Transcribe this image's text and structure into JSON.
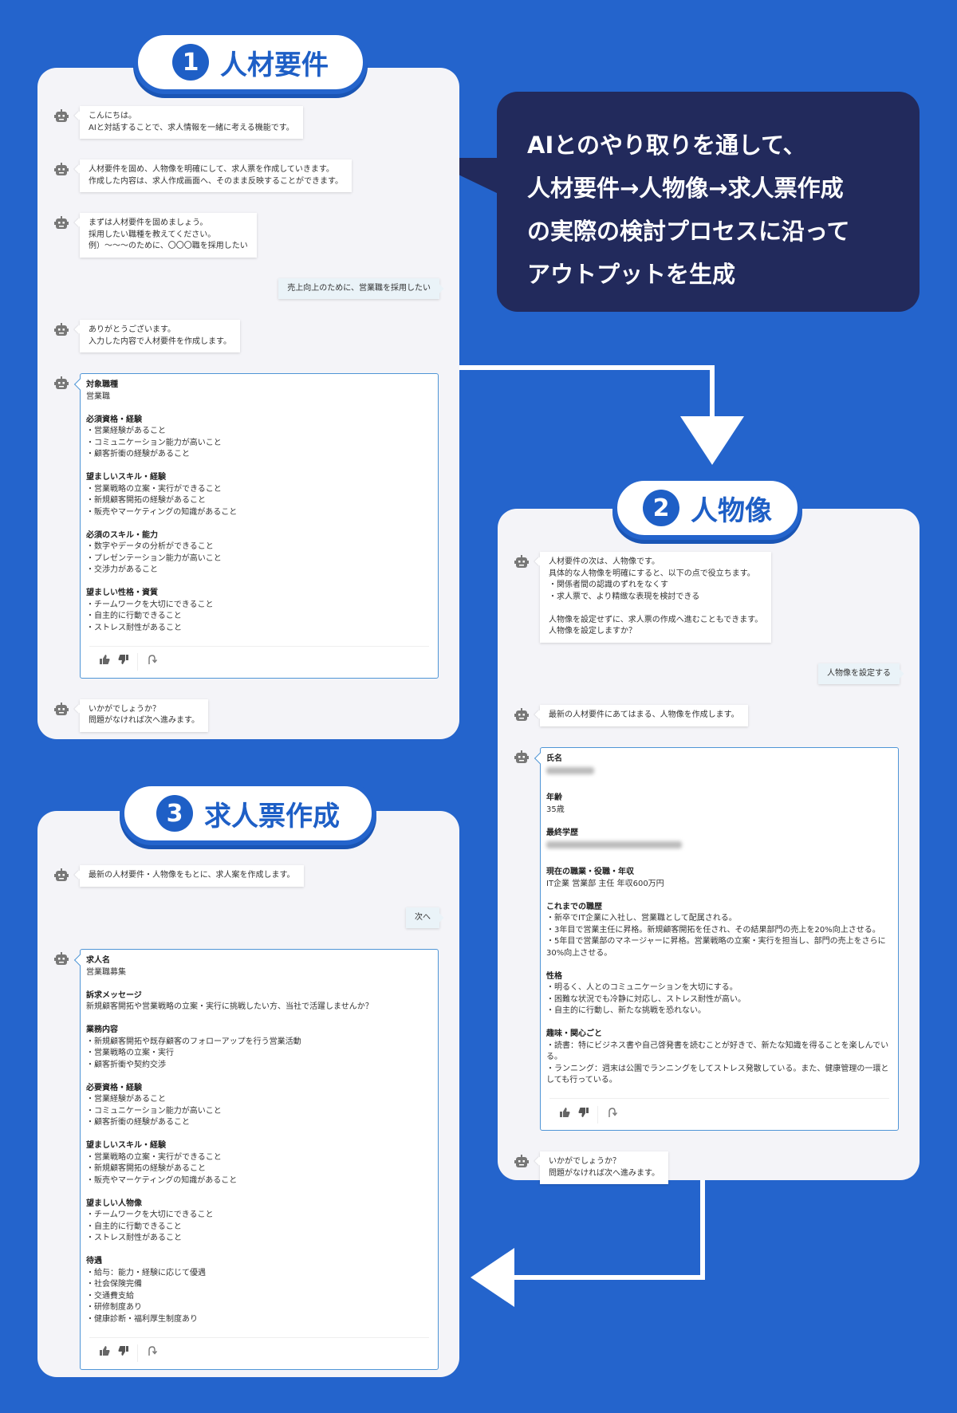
{
  "colors": {
    "background": "#2464cc",
    "callout": "#222a5c",
    "accent": "#1e5fc6",
    "card_border": "#4f95d6"
  },
  "callout": {
    "lines": [
      "AIとのやり取りを通して、",
      "人材要件→人物像→求人票作成",
      "の実際の検討プロセスに沿って",
      "アウトプットを生成"
    ]
  },
  "panels": [
    {
      "number": "1",
      "title": "人材要件",
      "messages": [
        {
          "role": "bot",
          "text": "こんにちは。\nAIと対話することで、求人情報を一緒に考える機能です。"
        },
        {
          "role": "bot",
          "text": "人材要件を固め、人物像を明確にして、求人票を作成していきます。\n作成した内容は、求人作成画面へ、そのまま反映することができます。"
        },
        {
          "role": "bot",
          "text": "まずは人材要件を固めましょう。\n採用したい職種を教えてください。\n例）〜〜〜のために、〇〇〇職を採用したい"
        },
        {
          "role": "user",
          "text": "売上向上のために、営業職を採用したい"
        },
        {
          "role": "bot",
          "text": "ありがとうございます。\n入力した内容で人材要件を作成します。"
        },
        {
          "role": "card",
          "sections": [
            {
              "heading": "対象職種",
              "body": "営業職"
            },
            {
              "heading": "必須資格・経験",
              "body": "・営業経験があること\n・コミュニケーション能力が高いこと\n・顧客折衝の経験があること"
            },
            {
              "heading": "望ましいスキル・経験",
              "body": "・営業戦略の立案・実行ができること\n・新規顧客開拓の経験があること\n・販売やマーケティングの知識があること"
            },
            {
              "heading": "必須のスキル・能力",
              "body": "・数字やデータの分析ができること\n・プレゼンテーション能力が高いこと\n・交渉力があること"
            },
            {
              "heading": "望ましい性格・資質",
              "body": "・チームワークを大切にできること\n・自主的に行動できること\n・ストレス耐性があること"
            }
          ]
        },
        {
          "role": "bot",
          "text": "いかがでしょうか？\n問題がなければ次へ進みます。"
        }
      ]
    },
    {
      "number": "2",
      "title": "人物像",
      "messages": [
        {
          "role": "bot",
          "text": "人材要件の次は、人物像です。\n具体的な人物像を明確にすると、以下の点で役立ちます。\n・関係者間の認識のずれをなくす\n・求人票で、より精緻な表現を検討できる\n\n人物像を設定せずに、求人票の作成へ進むこともできます。\n人物像を設定しますか？"
        },
        {
          "role": "user",
          "text": "人物像を設定する"
        },
        {
          "role": "bot",
          "text": "最新の人材要件にあてはまる、人物像を作成します。"
        },
        {
          "role": "card",
          "sections": [
            {
              "heading": "氏名",
              "blurred": true
            },
            {
              "heading": "年齢",
              "body": "35歳"
            },
            {
              "heading": "最終学歴",
              "blurred": true
            },
            {
              "heading": "現在の職業・役職・年収",
              "body": "IT企業 営業部 主任 年収600万円"
            },
            {
              "heading": "これまでの職歴",
              "body": "・新卒でIT企業に入社し、営業職として配属される。\n・3年目で営業主任に昇格。新規顧客開拓を任され、その結果部門の売上を20%向上させる。\n・5年目で営業部のマネージャーに昇格。営業戦略の立案・実行を担当し、部門の売上をさらに30%向上させる。"
            },
            {
              "heading": "性格",
              "body": "・明るく、人とのコミュニケーションを大切にする。\n・困難な状況でも冷静に対応し、ストレス耐性が高い。\n・自主的に行動し、新たな挑戦を恐れない。"
            },
            {
              "heading": "趣味・関心ごと",
              "body": "・読書：特にビジネス書や自己啓発書を読むことが好きで、新たな知識を得ることを楽しんでいる。\n・ランニング：週末は公園でランニングをしてストレス発散している。また、健康管理の一環としても行っている。"
            }
          ]
        },
        {
          "role": "bot",
          "text": "いかがでしょうか？\n問題がなければ次へ進みます。"
        }
      ]
    },
    {
      "number": "3",
      "title": "求人票作成",
      "messages": [
        {
          "role": "bot",
          "text": "最新の人材要件・人物像をもとに、求人案を作成します。"
        },
        {
          "role": "user",
          "text": "次へ"
        },
        {
          "role": "card",
          "sections": [
            {
              "heading": "求人名",
              "body": "営業職募集"
            },
            {
              "heading": "訴求メッセージ",
              "body": "新規顧客開拓や営業戦略の立案・実行に挑戦したい方、当社で活躍しませんか？"
            },
            {
              "heading": "業務内容",
              "body": "・新規顧客開拓や既存顧客のフォローアップを行う営業活動\n・営業戦略の立案・実行\n・顧客折衝や契約交渉"
            },
            {
              "heading": "必要資格・経験",
              "body": "・営業経験があること\n・コミュニケーション能力が高いこと\n・顧客折衝の経験があること"
            },
            {
              "heading": "望ましいスキル・経験",
              "body": "・営業戦略の立案・実行ができること\n・新規顧客開拓の経験があること\n・販売やマーケティングの知識があること"
            },
            {
              "heading": "望ましい人物像",
              "body": "・チームワークを大切にできること\n・自主的に行動できること\n・ストレス耐性があること"
            },
            {
              "heading": "待遇",
              "body": "・給与：能力・経験に応じて優遇\n・社会保険完備\n・交通費支給\n・研修制度あり\n・健康診断・福利厚生制度あり"
            }
          ]
        }
      ]
    }
  ]
}
